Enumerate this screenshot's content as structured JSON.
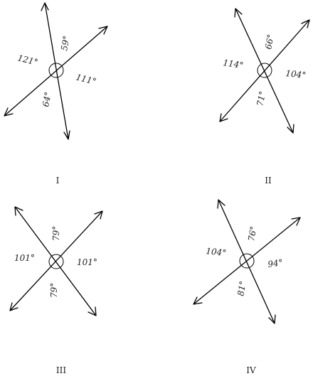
{
  "figures": [
    {
      "label": "I",
      "angles": [
        "121°",
        "59°",
        "111°",
        "64°"
      ]
    },
    {
      "label": "II",
      "angles": [
        "114°",
        "66°",
        "104°",
        "71°"
      ]
    },
    {
      "label": "III",
      "angles": [
        "101°",
        "79°",
        "101°",
        "79°"
      ]
    },
    {
      "label": "IV",
      "angles": [
        "104°",
        "76°",
        "94°",
        "81°"
      ]
    }
  ]
}
